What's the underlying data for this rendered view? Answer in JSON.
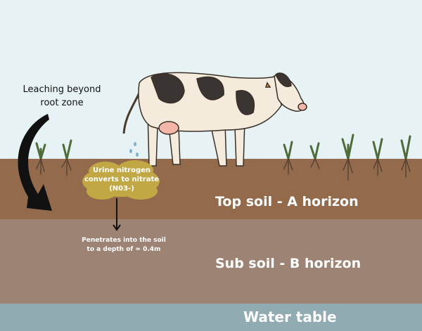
{
  "annotations": {
    "leaching_line1": "Leaching beyond",
    "leaching_line2": "root zone",
    "cloud_line1": "Urine nitrogen",
    "cloud_line2": "converts to nitrate",
    "cloud_line3": "(N03-)",
    "penetrate_line1": "Penetrates into the soil",
    "penetrate_line2": "to a depth of ≈ 0.4m"
  },
  "layers": {
    "top_soil": "Top soil - A horizon",
    "sub_soil": "Sub soil - B horizon",
    "water_table": "Water table"
  },
  "colors": {
    "sky": "#e6f2f3",
    "top_soil": "#946a4c",
    "sub_soil": "#9d8373",
    "water": "#90abb2",
    "cloud": "#c2a745"
  }
}
